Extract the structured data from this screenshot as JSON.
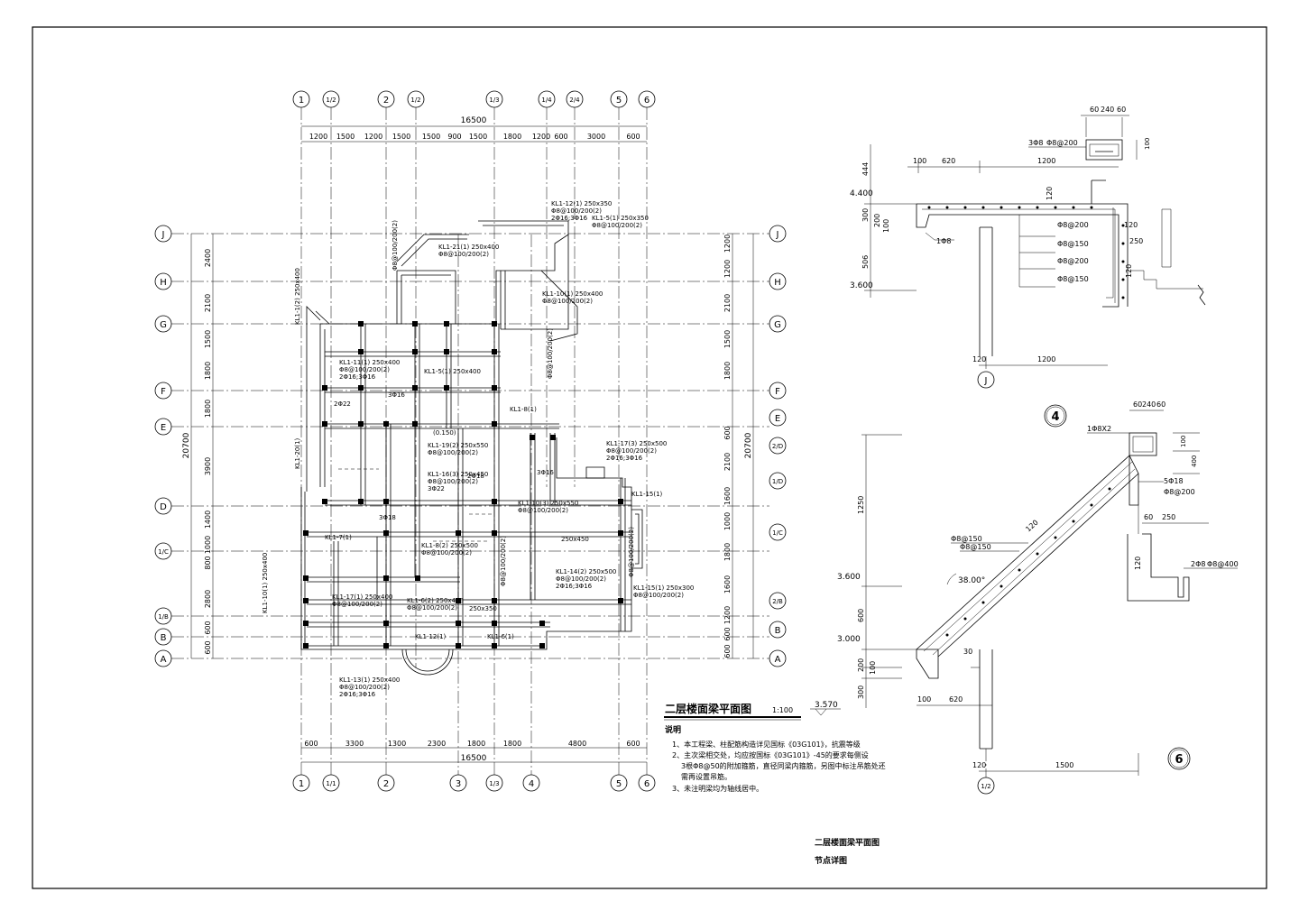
{
  "plan": {
    "title": "二层楼面梁平面图",
    "scale": "1:100",
    "elevation": "3.570",
    "axes_top": [
      "1",
      "1/2",
      "2",
      "1/2",
      "1/3",
      "1/4",
      "2/4",
      "5",
      "6"
    ],
    "axes_bottom": [
      "1",
      "1/1",
      "2",
      "3",
      "1/3",
      "4",
      "5",
      "6"
    ],
    "axes_left": [
      "J",
      "H",
      "G",
      "F",
      "E",
      "D",
      "1/C",
      "1/B",
      "B",
      "A"
    ],
    "axes_right": [
      "J",
      "H",
      "G",
      "F",
      "E",
      "2/D",
      "1/D",
      "1/C",
      "2/B",
      "B",
      "A"
    ],
    "total_top": "16500",
    "total_bottom": "16500",
    "total_left": "20700",
    "total_right": "20700",
    "dims_top": [
      "1200",
      "1500",
      "1200",
      "1500",
      "1500",
      "900",
      "1500",
      "1800",
      "1200",
      "600",
      "3000",
      "600"
    ],
    "dims_bottom": [
      "600",
      "3300",
      "1300",
      "2300",
      "1800",
      "1800",
      "4800",
      "600"
    ],
    "dims_left": [
      "2400",
      "2100",
      "1500",
      "1800",
      "1800",
      "3900",
      "1400",
      "1000",
      "800",
      "2800",
      "600",
      "600"
    ],
    "dims_right": [
      "1200",
      "1200",
      "2100",
      "1500",
      "1800",
      "600",
      "2100",
      "1600",
      "1000",
      "1800",
      "1600",
      "1200",
      "600",
      "600"
    ],
    "beam_labels": [
      "KL1-12(1) 250x350",
      "KL1-5(1) 250x350",
      "KL1-21(1) 250x400",
      "KL1-11(1) 250x400",
      "KL1-17(1) 250x400",
      "KL1-5(1) 250x400",
      "KL1-8(1)",
      "KL1-19(2) 250x550",
      "KL1-16(3) 250x450",
      "KL1-17(3) 250x500",
      "KL1-10(3) 250x550",
      "KL1-15(1)",
      "KL1-7(1)",
      "KL1-8(2) 250x500",
      "KL1-14(2) 250x500",
      "KL1-15(1) 250x300",
      "KL1-6(2) 250x450",
      "KL1-12(1)",
      "KL1-13(1) 250x400",
      "KL1-1(2) 250x400",
      "KL1-10(1) 250x400",
      "KL1-20(1)",
      "KL1-6(1)",
      "250x350",
      "250x450",
      "(0.150)",
      "Φ8@100/200(2)",
      "2Φ16;3Φ16",
      "3Φ18",
      "3Φ16",
      "2Φ22",
      "3Φ22",
      "2Φ18"
    ]
  },
  "notes": {
    "heading": "说明",
    "items": [
      "1、本工程梁、柱配筋构造详见国标《03G101》，抗震等级",
      "2、主次梁相交处，均应按国标《03G101》-45的要求每侧设",
      "3根Φ8@50的附加箍筋，直径同梁内箍筋，另图中标注吊筋处还",
      "需再设置吊筋。",
      "3、未注明梁均为轴线居中。"
    ]
  },
  "detail4": {
    "marker": "4",
    "axis": "J",
    "dims_top": [
      "60",
      "240",
      "60"
    ],
    "dims_h": [
      "100",
      "620",
      "1200"
    ],
    "dims_bottom": [
      "120",
      "1200"
    ],
    "dims_v": [
      "444",
      "300",
      "200",
      "100",
      "506"
    ],
    "levels": [
      "4.400",
      "3.600"
    ],
    "rebar": [
      "3Φ8",
      "Φ8@200",
      "1Φ8",
      "Φ8@200",
      "Φ8@150",
      "Φ8@200",
      "Φ8@150",
      "120",
      "120",
      "250",
      "100"
    ]
  },
  "detail6": {
    "marker": "6",
    "axis": "1/2",
    "dims_top": [
      "60",
      "240",
      "60"
    ],
    "dims_side": [
      "60",
      "250",
      "120"
    ],
    "dims_v": [
      "1250",
      "600",
      "200",
      "100",
      "300",
      "400",
      "100"
    ],
    "dims_bottom": [
      "120",
      "1500"
    ],
    "dims_low": [
      "100",
      "620",
      "30"
    ],
    "levels": [
      "3.600",
      "3.000"
    ],
    "angle": "38.00°",
    "rebar": [
      "1Φ8X2",
      "5Φ18",
      "Φ8@200",
      "Φ8@150",
      "Φ8@150",
      "2Φ8",
      "Φ8@400",
      "120"
    ]
  },
  "sheet_titles": [
    "二层楼面梁平面图",
    "节点详图"
  ]
}
